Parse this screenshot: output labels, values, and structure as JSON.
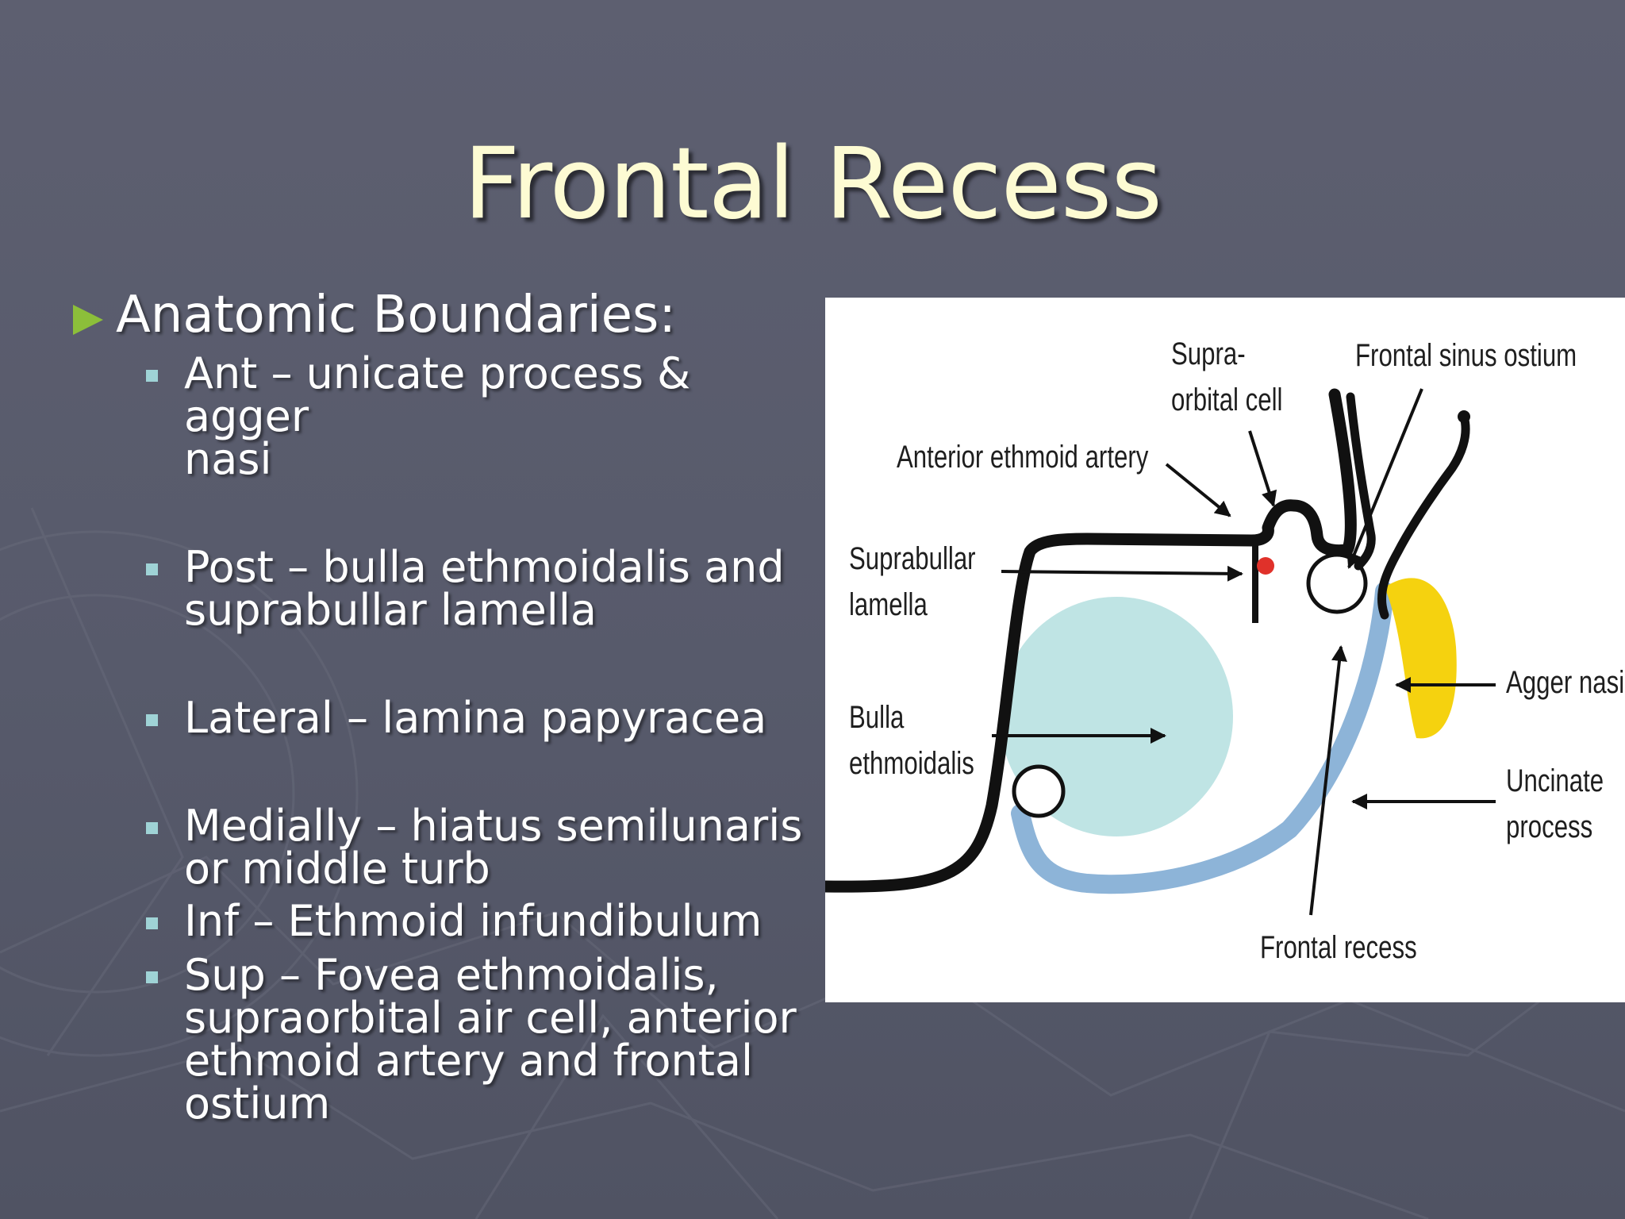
{
  "slide": {
    "title": "Frontal Recess",
    "heading": "Anatomic Boundaries:",
    "bullets": [
      [
        "Ant – unicate process & agger",
        "nasi"
      ],
      [
        "Post – bulla ethmoidalis and",
        "suprabullar lamella"
      ],
      [
        "Lateral – lamina papyracea"
      ],
      [
        "Medially – hiatus semilunaris",
        "or middle turb"
      ],
      [
        "Inf – Ethmoid infundibulum"
      ],
      [
        "Sup – Fovea ethmoidalis,",
        "supraorbital air cell, anterior",
        "ethmoid artery and frontal",
        "ostium"
      ]
    ]
  },
  "figure": {
    "labels": {
      "supraorbital_cell": [
        "Supra-",
        "orbital cell"
      ],
      "frontal_sinus_ostium": "Frontal sinus ostium",
      "anterior_ethmoid_artery": "Anterior ethmoid artery",
      "suprabullar_lamella": [
        "Suprabullar",
        "lamella"
      ],
      "bulla_ethmoidalis": [
        "Bulla",
        "ethmoidalis"
      ],
      "agger_nasi": "Agger nasi",
      "uncinate_process": [
        "Uncinate",
        "process"
      ],
      "frontal_recess": "Frontal recess"
    },
    "colors": {
      "bulla": "#bfe4e4",
      "agger_nasi": "#f5d20f",
      "uncinate": "#8db4d8",
      "artery": "#e0312a",
      "outline": "#111111"
    }
  },
  "theme": {
    "background": "#5a5c6c",
    "title_color": "#fdfbd3",
    "arrow_color": "#8cbf3a",
    "bullet_color": "#9fd3d6"
  }
}
